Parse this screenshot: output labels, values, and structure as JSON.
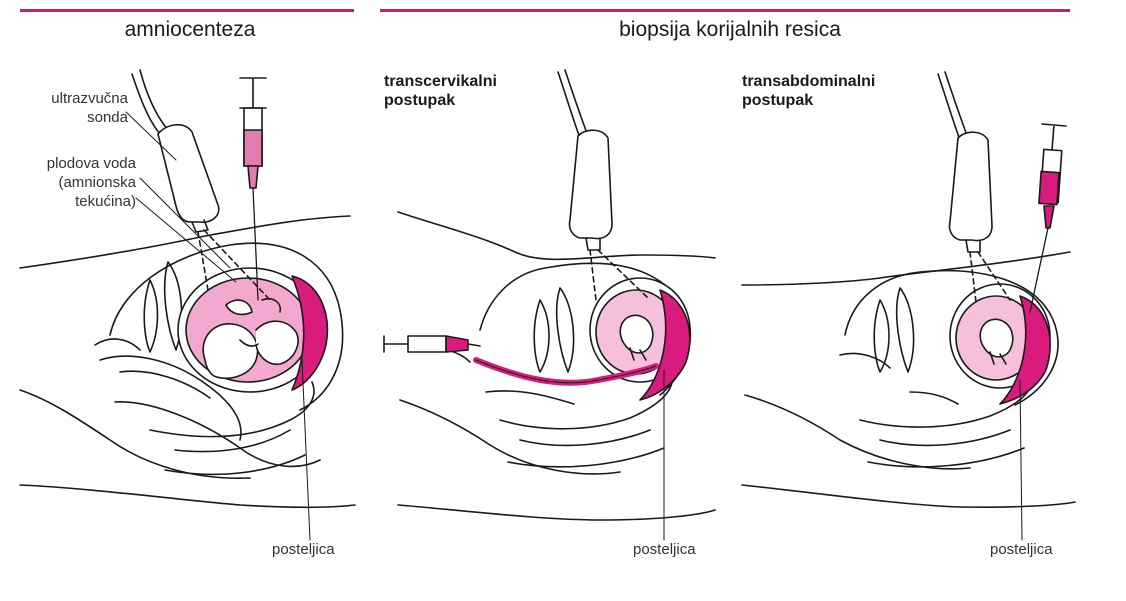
{
  "headers": {
    "left_title": "amniocenteza",
    "right_title": "biopsija korijalnih resica"
  },
  "panels": {
    "amnio": {
      "probe_label_line1": "ultrazvučna",
      "probe_label_line2": "sonda",
      "fluid_label_line1": "plodova voda",
      "fluid_label_line2": "(amnionska",
      "fluid_label_line3": "tekućina)",
      "placenta_label": "posteljica"
    },
    "transcervical": {
      "title_line1": "transcervikalni",
      "title_line2": "postupak",
      "placenta_label": "posteljica"
    },
    "transabdominal": {
      "title_line1": "transabdominalni",
      "title_line2": "postupak",
      "placenta_label": "posteljica"
    }
  },
  "colors": {
    "accent": "#d6157a",
    "fluid_pink": "#f3a9cf",
    "placenta_magenta": "#d81b7d",
    "line": "#1a1a1a"
  }
}
